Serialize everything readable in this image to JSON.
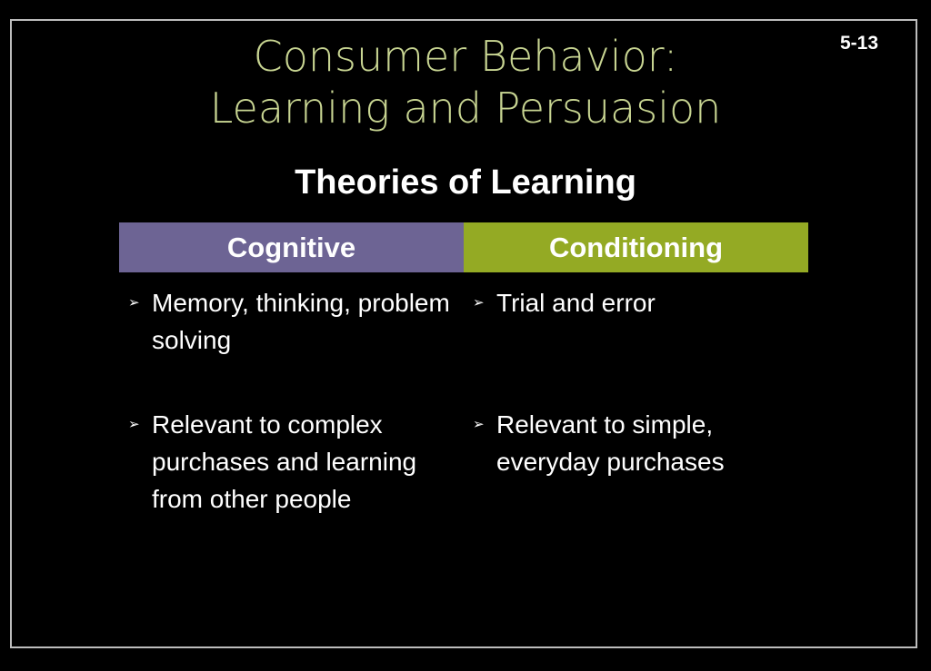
{
  "slide_number": "5-13",
  "title": {
    "line1": "Consumer Behavior:",
    "line2": "Learning and Persuasion"
  },
  "subtitle": "Theories of Learning",
  "colors": {
    "background": "#000000",
    "title": "#c8d592",
    "cognitive_header": "#6d6494",
    "conditioning_header": "#94aa24",
    "text": "#ffffff"
  },
  "table": {
    "headers": [
      "Cognitive",
      "Conditioning"
    ],
    "bullet_icon": "arrow-bullet-icon",
    "cognitive_items": [
      "Memory, thinking, problem solving",
      "Relevant to complex purchases and learning from other people"
    ],
    "conditioning_items": [
      "Trial and error",
      "Relevant to simple, everyday purchases"
    ]
  }
}
